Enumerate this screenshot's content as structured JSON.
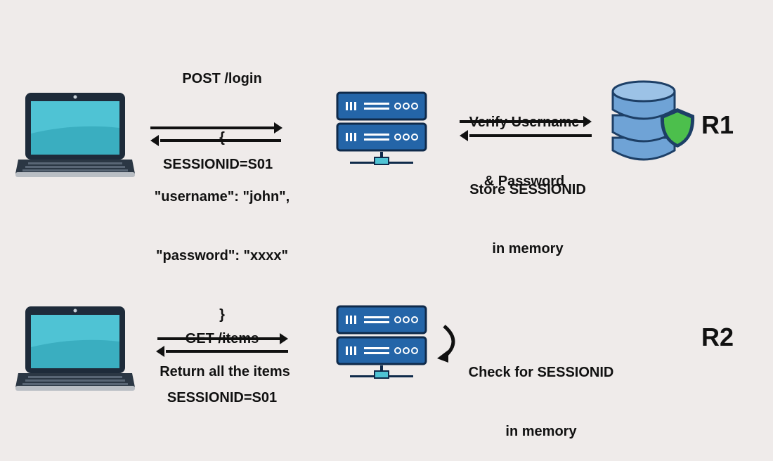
{
  "row1": {
    "request_lines": [
      "POST /login",
      "{",
      "\"username\": \"john\",",
      "\"password\": \"xxxx\"",
      "}"
    ],
    "response": "SESSIONID=S01",
    "verify_lines": [
      "Verify Username",
      "& Password"
    ],
    "store_lines": [
      "Store SESSIONID",
      "in memory"
    ],
    "label": "R1"
  },
  "row2": {
    "request_lines": [
      "GET /items",
      "SESSIONID=S01"
    ],
    "response": "Return all the items",
    "check_lines": [
      "Check for SESSIONID",
      "in memory"
    ],
    "label": "R2"
  },
  "colors": {
    "background": "#efebea",
    "laptop_body": "#1e2b3a",
    "laptop_screen": "#4fc3d4",
    "server_blue": "#2465a8",
    "database_blue": "#6fa3d6",
    "shield_green": "#4cbf4c"
  }
}
